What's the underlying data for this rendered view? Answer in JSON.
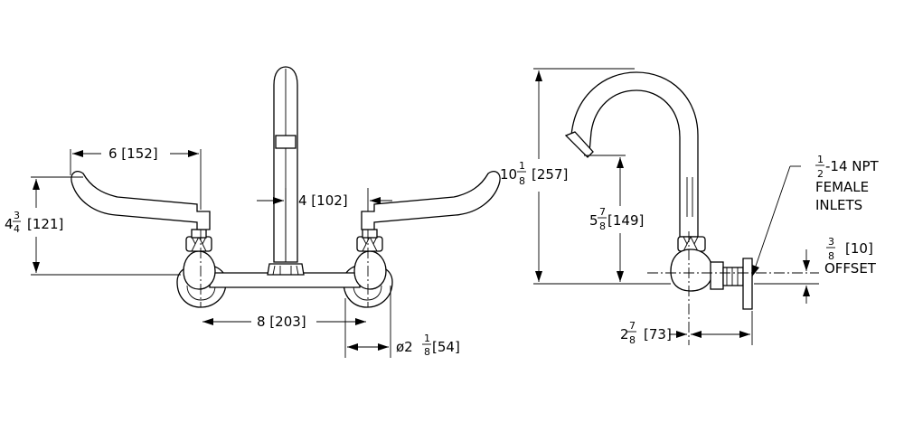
{
  "front_view": {
    "handle_reach": "6 [152]",
    "handle_height_whole": "4",
    "handle_height_num": "3",
    "handle_height_den": "4",
    "handle_height_mm": "[121]",
    "spout_offset": "4 [102]",
    "center_spacing": "8 [203]",
    "flange_dia_prefix": "ø2",
    "flange_dia_num": "1",
    "flange_dia_den": "8",
    "flange_dia_mm": "[54]"
  },
  "side_view": {
    "overall_height_whole": "10",
    "overall_height_num": "1",
    "overall_height_den": "8",
    "overall_height_mm": "[257]",
    "spout_height_whole": "5",
    "spout_height_num": "7",
    "spout_height_den": "8",
    "spout_height_mm": "[149]",
    "projection_whole": "2",
    "projection_num": "7",
    "projection_den": "8",
    "projection_mm": "[73]",
    "inlet_num": "1",
    "inlet_den": "2",
    "inlet_rest": "-14 NPT",
    "inlet_line2": "FEMALE",
    "inlet_line3": "INLETS",
    "offset_num": "3",
    "offset_den": "8",
    "offset_mm": "[10]",
    "offset_label": "OFFSET"
  }
}
